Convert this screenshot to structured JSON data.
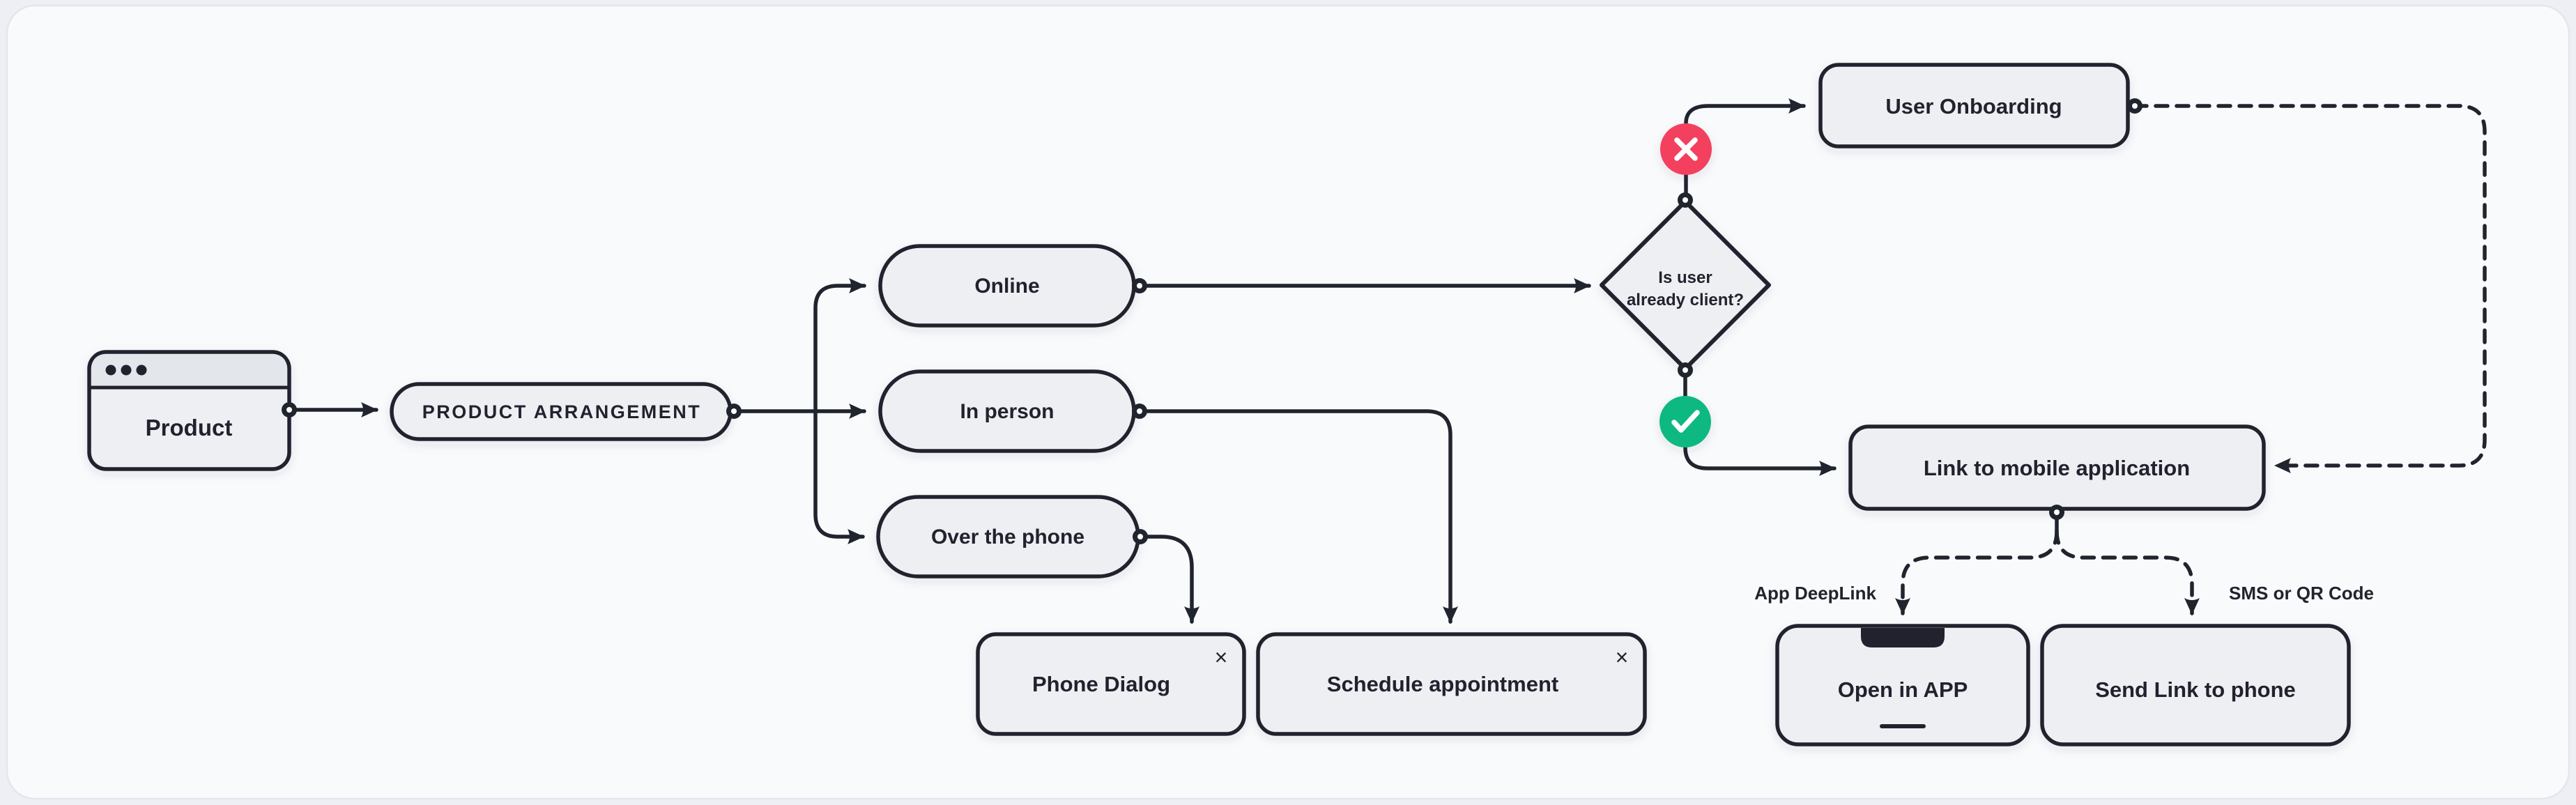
{
  "canvas": {
    "description": "flowchart canvas"
  },
  "colors": {
    "ink": "#20242e",
    "node_fill": "#edeff3",
    "node_header_fill": "#e3e6ea",
    "canvas_fill": "#f9fafc",
    "page_background": "#edeff4",
    "online_fill": "#d8b9f8",
    "no_badge_fill": "#f43f5e",
    "yes_badge_fill": "#10b981"
  },
  "nodes": {
    "product": {
      "label": "Product"
    },
    "product_arrangement": {
      "label": "PRODUCT ARRANGEMENT"
    },
    "online": {
      "label": "Online"
    },
    "in_person": {
      "label": "In person"
    },
    "over_the_phone": {
      "label": "Over the phone"
    },
    "phone_dialog": {
      "label": "Phone Dialog",
      "close_glyph": "×"
    },
    "schedule_appointment": {
      "label": "Schedule appointment",
      "close_glyph": "×"
    },
    "decision": {
      "label_line1": "Is user",
      "label_line2": "already client?"
    },
    "user_onboarding": {
      "label": "User Onboarding"
    },
    "link_to_mobile": {
      "label": "Link to mobile application"
    },
    "open_in_app": {
      "label": "Open in APP"
    },
    "send_link_to_phone": {
      "label": "Send Link to phone"
    }
  },
  "edge_labels": {
    "app_deeplink": "App DeepLink",
    "sms_or_qr": "SMS or QR Code"
  }
}
